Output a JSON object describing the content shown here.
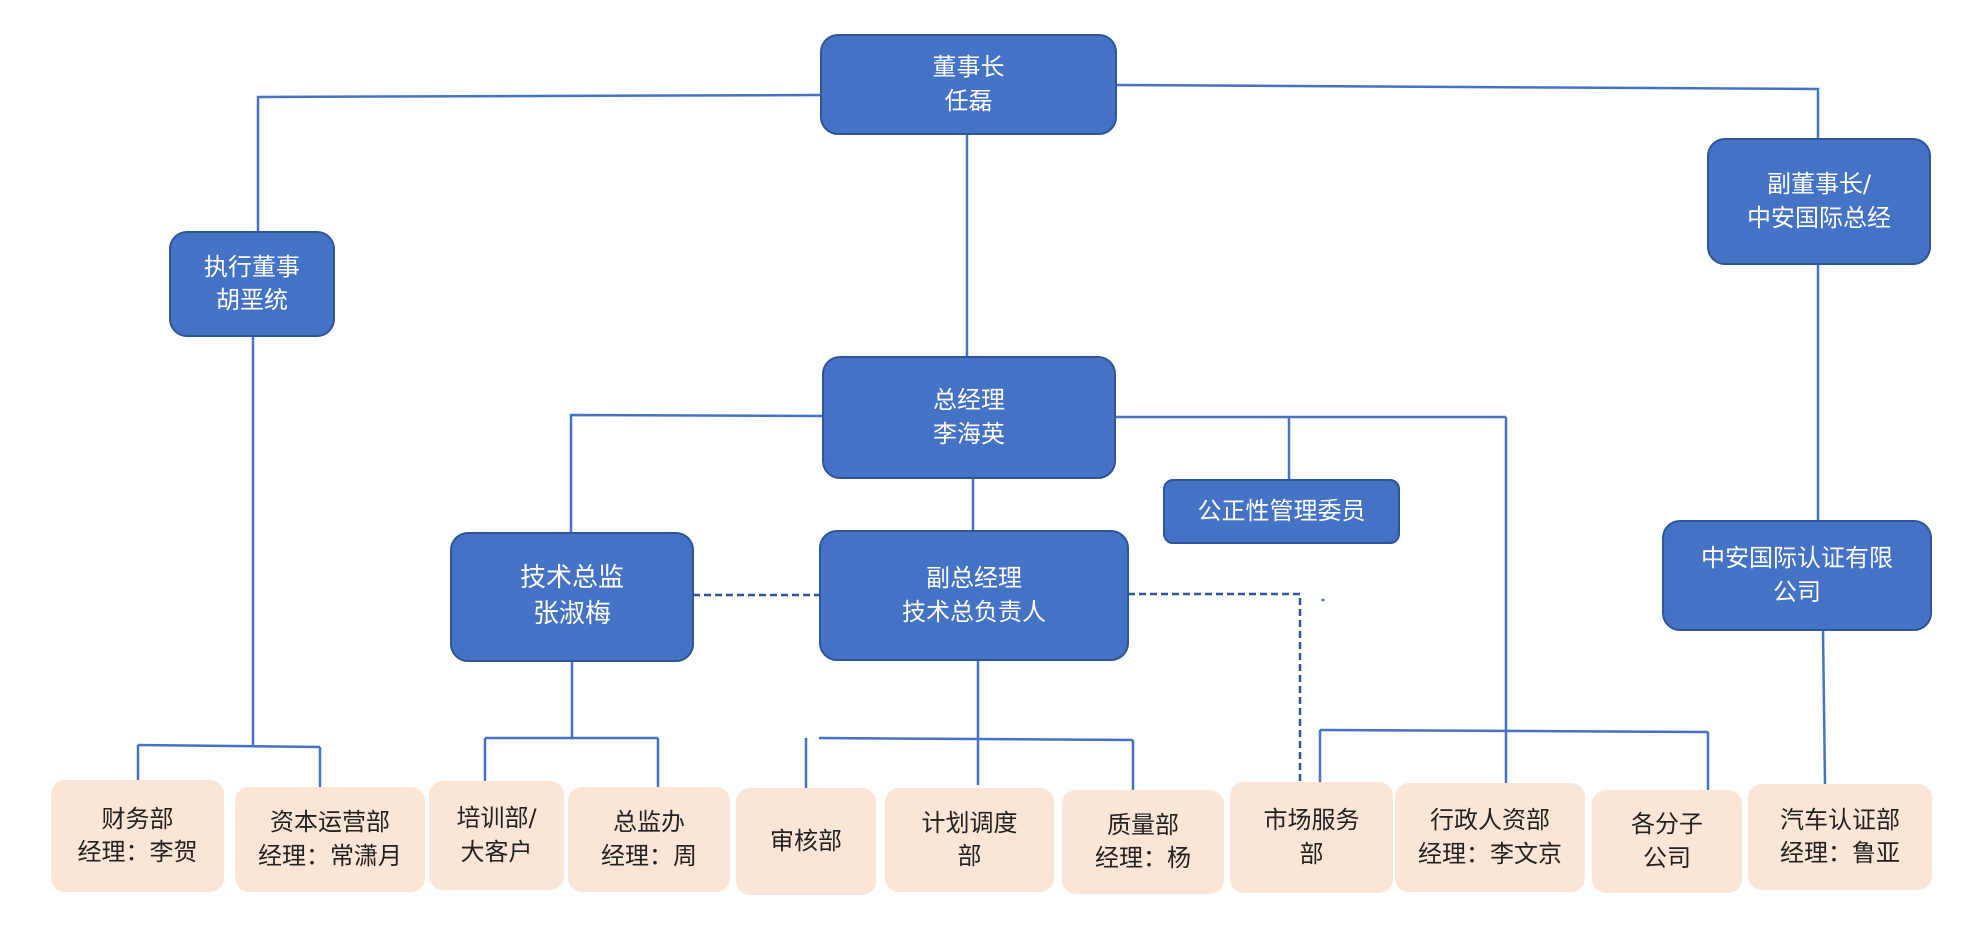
{
  "org_chart": {
    "chairman": {
      "line1": "董事长",
      "line2": "任磊"
    },
    "executive_director": {
      "line1": "执行董事",
      "line2": "胡垩统"
    },
    "vice_chairman": {
      "line1": "副董事长/",
      "line2": "中安国际总经"
    },
    "general_manager": {
      "line1": "总经理",
      "line2": "李海英"
    },
    "impartiality_committee": {
      "line1": "公正性管理委员"
    },
    "technical_director": {
      "line1": "技术总监",
      "line2": "张淑梅"
    },
    "deputy_general_manager": {
      "line1": "副总经理",
      "line2": "技术总负责人"
    },
    "zhongan_company": {
      "line1": "中安国际认证有限",
      "line2": "公司"
    },
    "departments": [
      {
        "line1": "财务部",
        "line2": "经理：李贺"
      },
      {
        "line1": "资本运营部",
        "line2": "经理：常潇月"
      },
      {
        "line1": "培训部/",
        "line2": "大客户"
      },
      {
        "line1": "总监办",
        "line2": "经理：周"
      },
      {
        "line1": "审核部"
      },
      {
        "line1": "计划调度",
        "line2": "部"
      },
      {
        "line1": "质量部",
        "line2": "经理：杨"
      },
      {
        "line1": "市场服务",
        "line2": "部"
      },
      {
        "line1": "行政人资部",
        "line2": "经理：李文京"
      },
      {
        "line1": "各分子",
        "line2": "公司"
      },
      {
        "line1": "汽车认证部",
        "line2": "经理：鲁亚"
      }
    ]
  },
  "colors": {
    "box_fill": "#4472c4",
    "box_border": "#2f5597",
    "department_fill": "#fbe5d6",
    "connector": "#4472c4"
  }
}
